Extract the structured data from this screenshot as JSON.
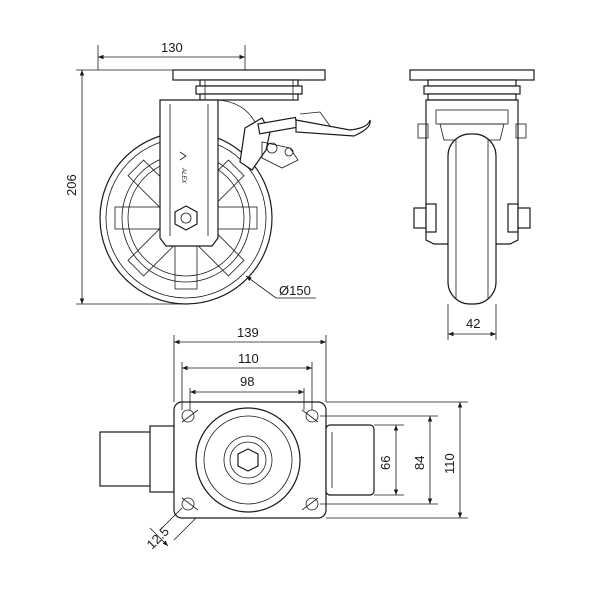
{
  "dimensions": {
    "plate_width": "130",
    "overall_height": "206",
    "wheel_diameter": "Ø150",
    "wheel_width": "42",
    "plate_length": "139",
    "hole_spacing_long": "110",
    "hole_spacing_inner": "98",
    "hole_spacing_short": "66",
    "plate_inner": "84",
    "plate_width_top": "110",
    "slot_width": "12.5"
  },
  "logo_text": "ALEX"
}
